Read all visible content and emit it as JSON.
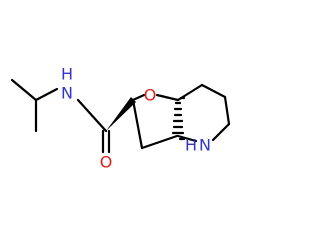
{
  "atoms": {
    "nitrogen_amide": {
      "symbol": "N",
      "hydrogen": "H",
      "color": "#2f36c8"
    },
    "oxygen_ring": {
      "symbol": "O",
      "color": "#e0201b"
    },
    "oxygen_carbonyl": {
      "symbol": "O",
      "color": "#e0201b"
    },
    "nitrogen_ring": {
      "symbol": "N",
      "hydrogen": "H",
      "color": "#2f36c8"
    }
  },
  "colors": {
    "bond": "#000000",
    "background": "#ffffff"
  }
}
